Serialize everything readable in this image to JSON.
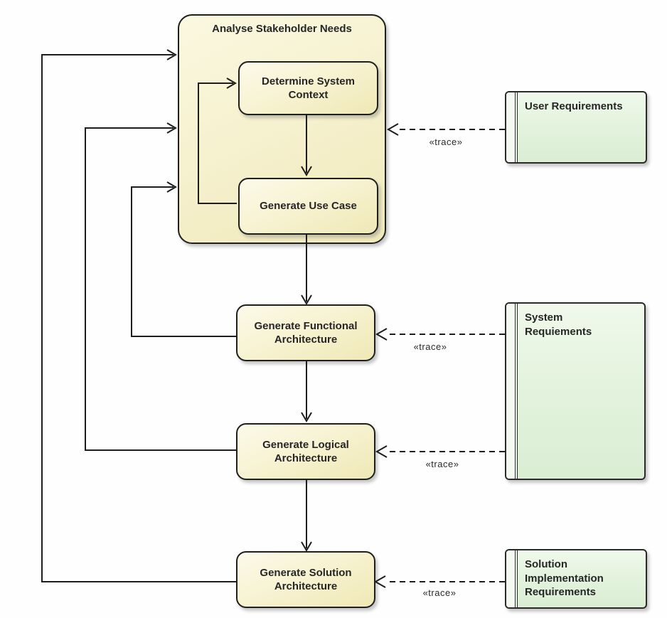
{
  "diagram": {
    "activities": {
      "analyse_stakeholder_needs": "Analyse Stakeholder Needs",
      "determine_system_context": "Determine System\nContext",
      "generate_use_case": "Generate Use Case",
      "generate_functional_architecture": "Generate Functional\nArchitecture",
      "generate_logical_architecture": "Generate Logical\nArchitecture",
      "generate_solution_architecture": "Generate Solution\nArchitecture"
    },
    "requirements": {
      "user": "User Requirements",
      "system": "System\nRequiements",
      "solution_implementation": "Solution\nImplementation\nRequirements"
    },
    "connectors": {
      "trace_label": "«trace»"
    },
    "colors": {
      "activity_fill": "#f5f0cc",
      "requirement_fill": "#e4f3de",
      "border": "#1f1f1e",
      "connector": "#1d1d1d",
      "text": "#262626",
      "background": "#fefefe"
    }
  }
}
